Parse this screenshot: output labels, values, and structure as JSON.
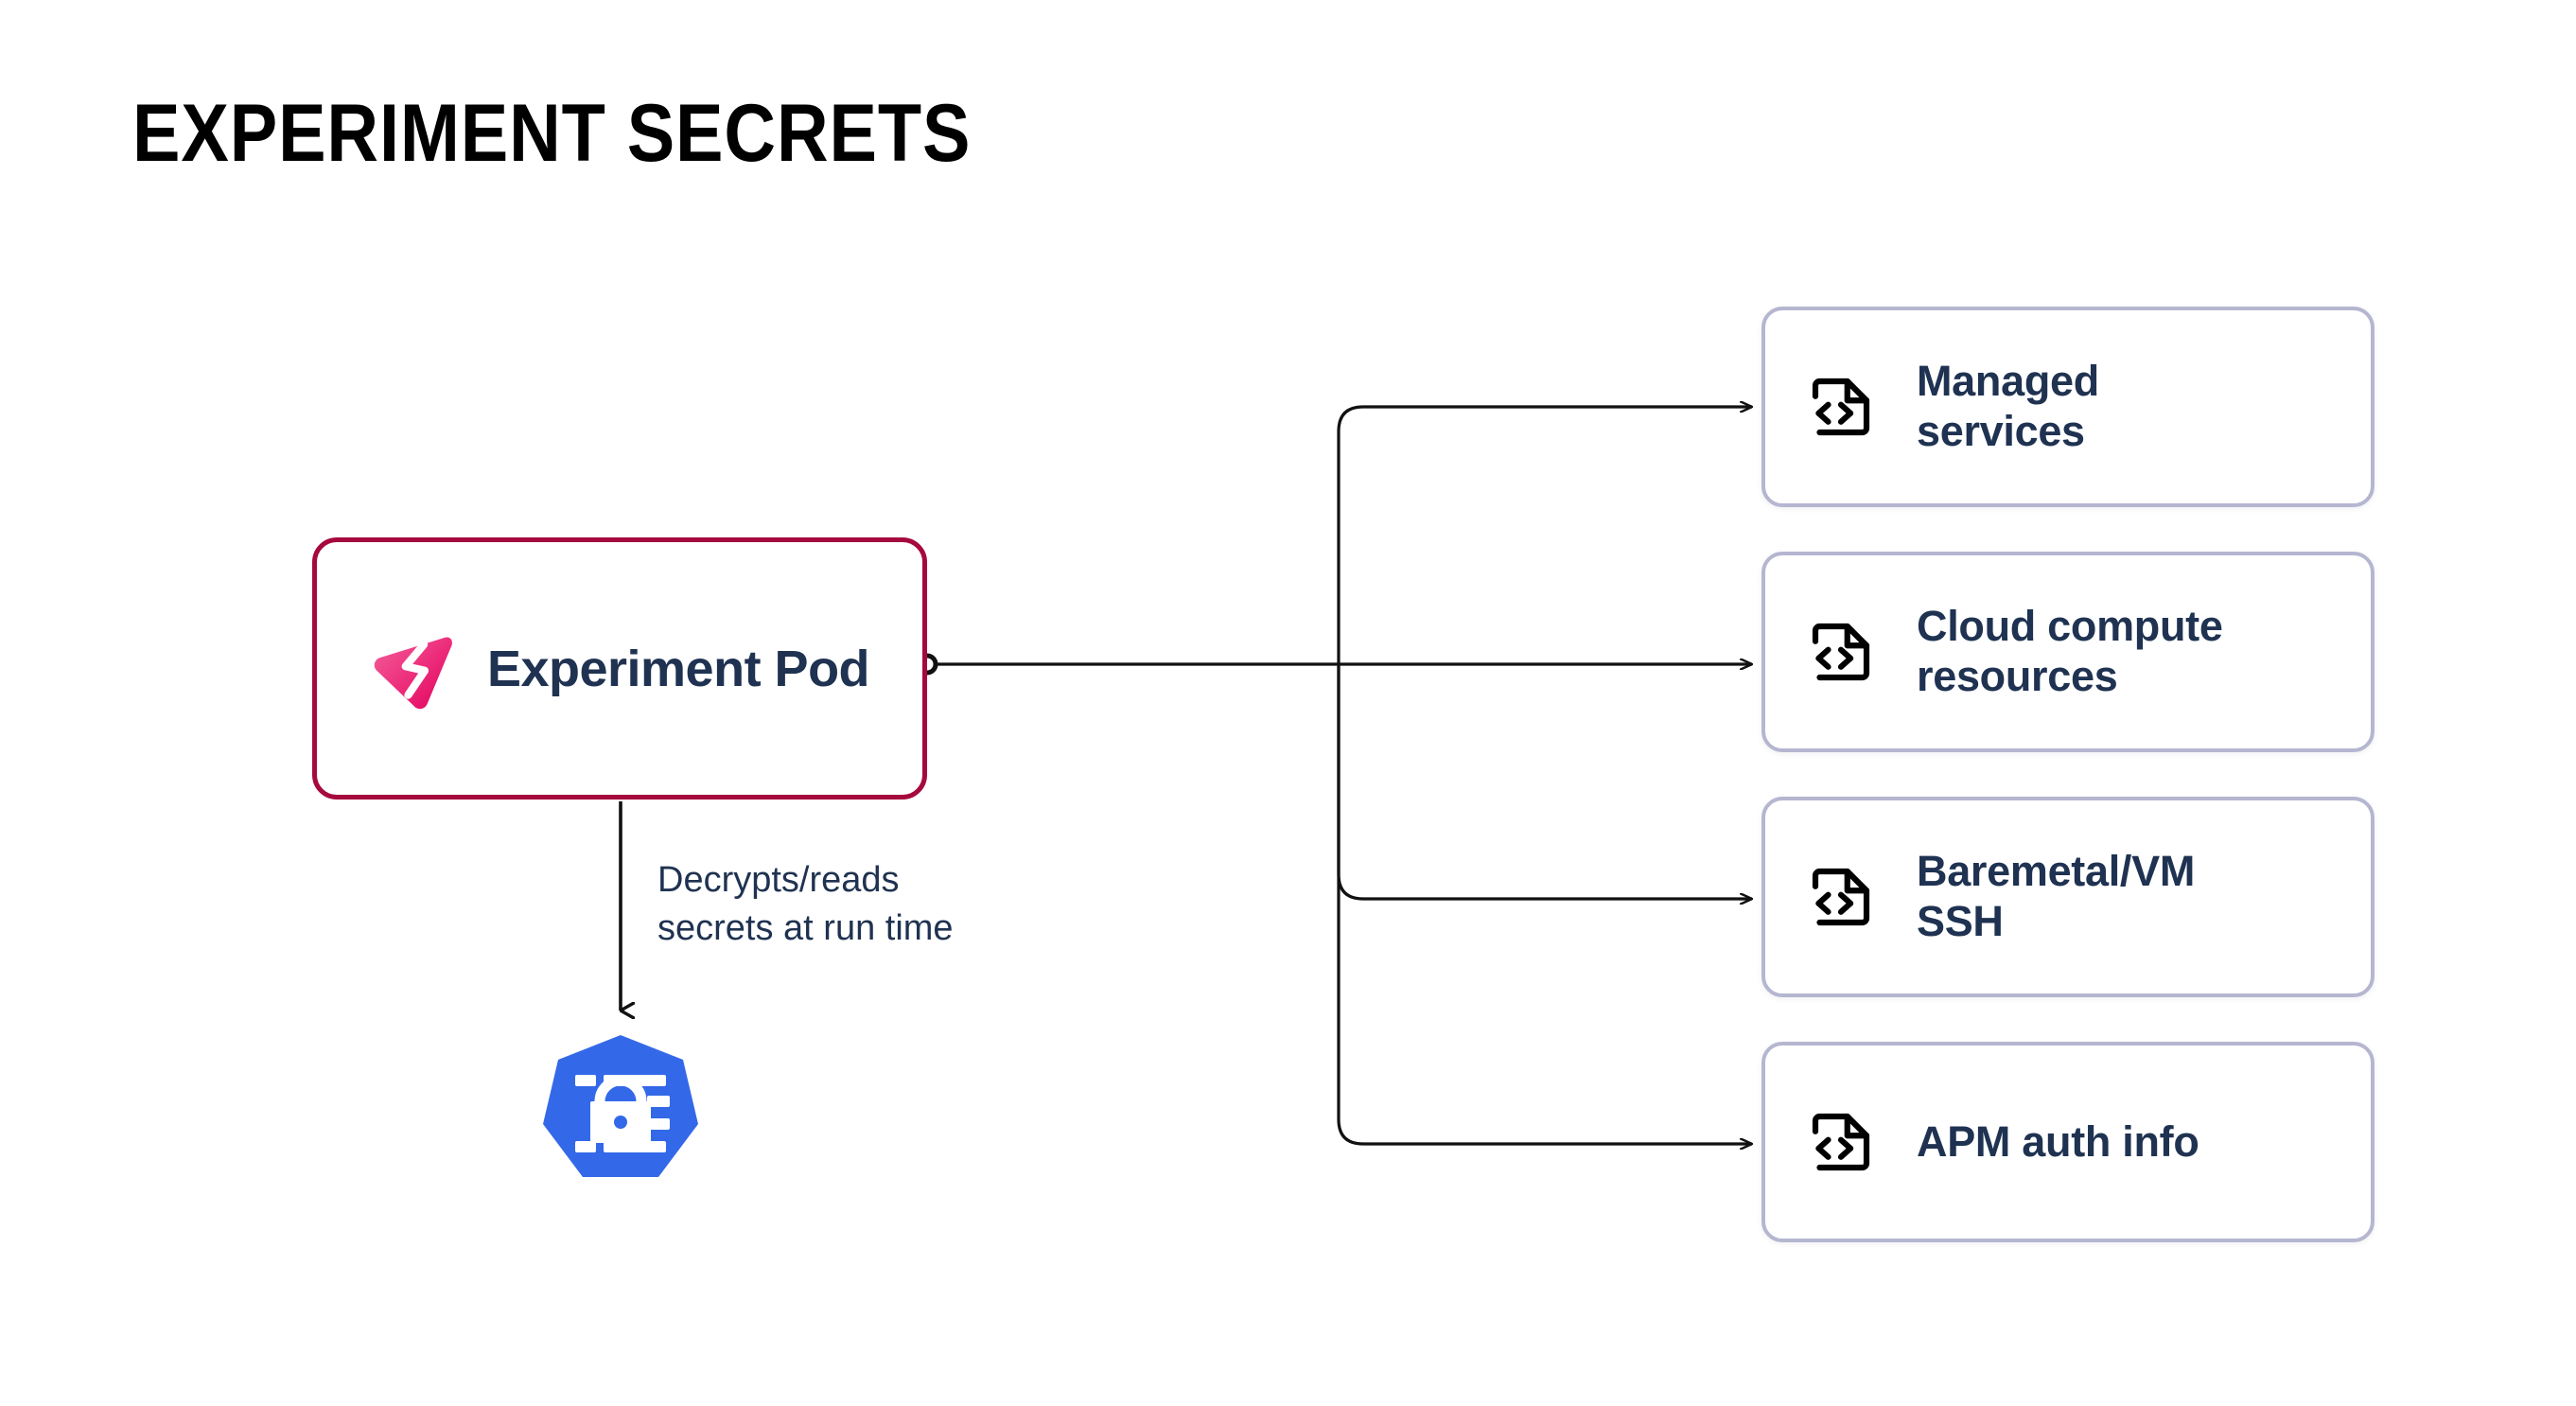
{
  "title": "EXPERIMENT SECRETS",
  "colors": {
    "background": "#ffffff",
    "pod_border": "#A6093D",
    "pod_icon_pink_light": "#F0498C",
    "pod_icon_pink_dark": "#E8186E",
    "card_border": "#B5B6D0",
    "text_navy": "#1F3251",
    "connector_line": "#111111",
    "kubernetes_blue": "#3369E8"
  },
  "source_node": {
    "label": "Experiment Pod",
    "icon": "gremlin-logo-icon"
  },
  "secret_node": {
    "label": "secret",
    "icon": "kubernetes-secret-icon"
  },
  "edge_label": {
    "line1": "Decrypts/reads",
    "line2": "secrets at run time"
  },
  "target_cards": [
    {
      "label_line1": "Managed",
      "label_line2": "services",
      "icon": "file-code-icon"
    },
    {
      "label_line1": "Cloud compute",
      "label_line2": "resources",
      "icon": "file-code-icon"
    },
    {
      "label_line1": "Baremetal/VM",
      "label_line2": "SSH",
      "icon": "file-code-icon"
    },
    {
      "label_line1": "APM auth info",
      "label_line2": "",
      "icon": "file-code-icon"
    }
  ]
}
